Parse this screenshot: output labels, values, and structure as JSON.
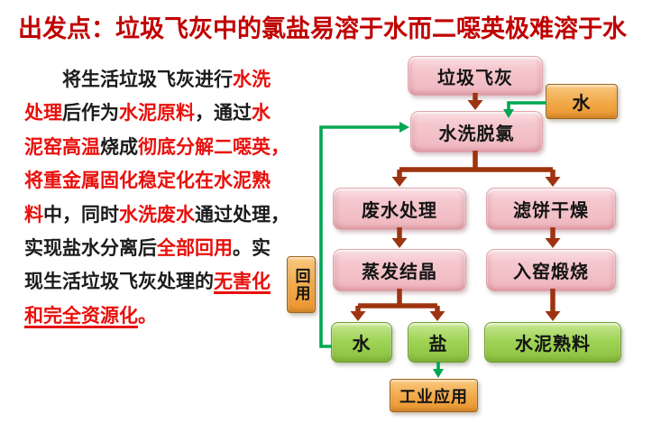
{
  "title": "出发点：垃圾飞灰中的氯盐易溶于水而二噁英极难溶于水",
  "paragraph": {
    "lines": [
      [
        {
          "t": "　　将生活垃圾飞灰进行",
          "s": "k"
        },
        {
          "t": "水洗",
          "s": "r"
        }
      ],
      [
        {
          "t": "处理",
          "s": "r"
        },
        {
          "t": "后作为",
          "s": "k"
        },
        {
          "t": "水泥原料",
          "s": "r"
        },
        {
          "t": "，通过",
          "s": "k"
        },
        {
          "t": "水",
          "s": "r"
        }
      ],
      [
        {
          "t": "泥窑高温",
          "s": "r"
        },
        {
          "t": "烧成",
          "s": "k"
        },
        {
          "t": "彻底分解二噁英，",
          "s": "r"
        }
      ],
      [
        {
          "t": "将重金属固化稳定化在水泥熟",
          "s": "r"
        }
      ],
      [
        {
          "t": "料",
          "s": "r"
        },
        {
          "t": "中，同时",
          "s": "k"
        },
        {
          "t": "水洗废水",
          "s": "r"
        },
        {
          "t": "通过处理，",
          "s": "k"
        }
      ],
      [
        {
          "t": "实现盐水分离后",
          "s": "k"
        },
        {
          "t": "全部回用",
          "s": "r"
        },
        {
          "t": "。实",
          "s": "k"
        }
      ],
      [
        {
          "t": "现生活垃圾飞灰处理的",
          "s": "k"
        },
        {
          "t": "无害化",
          "s": "ru"
        }
      ],
      [
        {
          "t": "和完全资源化",
          "s": "ru"
        },
        {
          "t": "。",
          "s": "r"
        }
      ]
    ]
  },
  "flowchart": {
    "boxes": [
      {
        "id": "fly-ash",
        "label": "垃圾飞灰",
        "type": "pink"
      },
      {
        "id": "water-in",
        "label": "水",
        "type": "orange"
      },
      {
        "id": "washing",
        "label": "水洗脱氯",
        "type": "pink"
      },
      {
        "id": "wastewater-treatment",
        "label": "废水处理",
        "type": "pink"
      },
      {
        "id": "cake-drying",
        "label": "滤饼干燥",
        "type": "pink"
      },
      {
        "id": "evaporation",
        "label": "蒸发结晶",
        "type": "pink"
      },
      {
        "id": "kiln-calcination",
        "label": "入窑煅烧",
        "type": "pink"
      },
      {
        "id": "water-out",
        "label": "水",
        "type": "green"
      },
      {
        "id": "salt",
        "label": "盐",
        "type": "green"
      },
      {
        "id": "clinker",
        "label": "水泥熟料",
        "type": "green"
      },
      {
        "id": "industrial-use",
        "label": "工业应用",
        "type": "orange"
      },
      {
        "id": "reuse",
        "label": "回用",
        "type": "orange"
      }
    ],
    "edges": [
      {
        "from": "fly-ash",
        "to": "washing",
        "color": "dark-red"
      },
      {
        "from": "water-in",
        "to": "washing",
        "color": "green"
      },
      {
        "from": "washing",
        "to": "wastewater-treatment",
        "color": "dark-red"
      },
      {
        "from": "washing",
        "to": "cake-drying",
        "color": "dark-red"
      },
      {
        "from": "wastewater-treatment",
        "to": "evaporation",
        "color": "dark-red"
      },
      {
        "from": "cake-drying",
        "to": "kiln-calcination",
        "color": "dark-red"
      },
      {
        "from": "evaporation",
        "to": "water-out",
        "color": "dark-red"
      },
      {
        "from": "evaporation",
        "to": "salt",
        "color": "dark-red"
      },
      {
        "from": "kiln-calcination",
        "to": "clinker",
        "color": "dark-red"
      },
      {
        "from": "water-out",
        "to": "washing",
        "color": "green",
        "via": "reuse"
      },
      {
        "from": "salt",
        "to": "industrial-use",
        "color": "green"
      }
    ]
  },
  "colors": {
    "title_red": "#c00000",
    "emphasis_red": "#e8100c",
    "body_black": "#1b1b1b",
    "arrow_dark_red": "#9e330f",
    "arrow_green": "#00a651",
    "box_pink": "#f3c3c9",
    "box_green": "#9ed457",
    "box_orange": "#f2a848",
    "background": "#ffffff"
  }
}
